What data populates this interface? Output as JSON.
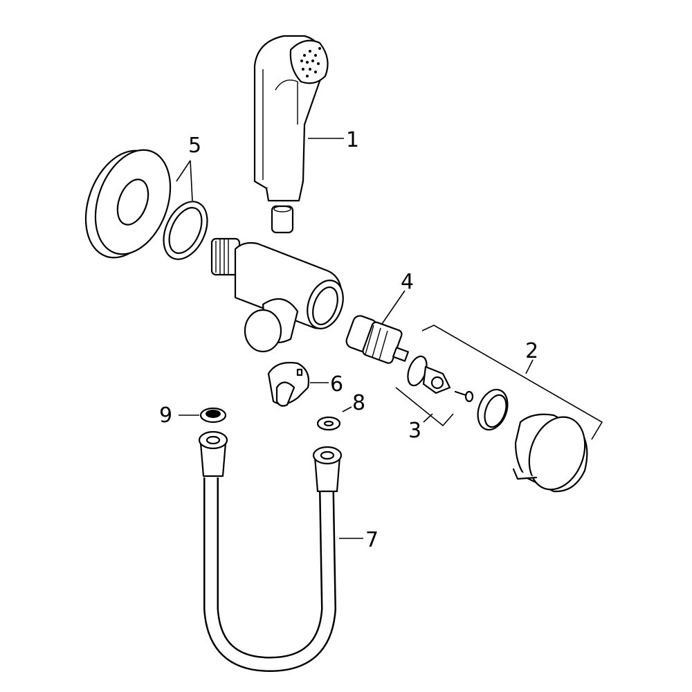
{
  "diagram": {
    "type": "exploded-parts-view",
    "line_color": "#000000",
    "background": "#ffffff",
    "callouts": [
      {
        "id": "1",
        "label": "1",
        "part": "hand-shower"
      },
      {
        "id": "2",
        "label": "2",
        "part": "handle-assembly"
      },
      {
        "id": "3",
        "label": "3",
        "part": "handle-insert-and-screw"
      },
      {
        "id": "4",
        "label": "4",
        "part": "valve-cartridge"
      },
      {
        "id": "5",
        "label": "5",
        "part": "wall-rosette-and-seal"
      },
      {
        "id": "6",
        "label": "6",
        "part": "shower-holder-clip"
      },
      {
        "id": "7",
        "label": "7",
        "part": "shower-hose"
      },
      {
        "id": "8",
        "label": "8",
        "part": "washer"
      },
      {
        "id": "9",
        "label": "9",
        "part": "filter-seal"
      }
    ]
  }
}
